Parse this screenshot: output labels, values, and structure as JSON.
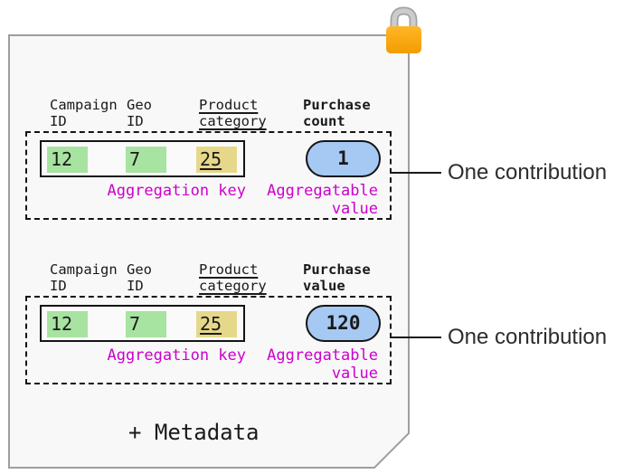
{
  "card": {
    "background_color": "#f8f8f8",
    "border_color": "#9e9e9e",
    "metadata_label": "+ Metadata",
    "lock_icon": {
      "body_color": "#f7a511",
      "shackle_color": "#c9c9c9"
    }
  },
  "palette": {
    "key_cell_green": "#a7e3a1",
    "key_cell_yellow": "#e6d88a",
    "value_pill_blue": "#a6c9f3",
    "annotation_magenta": "#cc00cc",
    "box_border_black": "#141414"
  },
  "sections": [
    {
      "columns": [
        {
          "line1": "Campaign",
          "line2": "ID"
        },
        {
          "line1": "Geo",
          "line2": "ID"
        },
        {
          "line1": "Product",
          "line2": "category"
        },
        {
          "line1": "Purchase",
          "line2": "count"
        }
      ],
      "key_cells": [
        {
          "value": "12"
        },
        {
          "value": "7"
        },
        {
          "value": "25"
        }
      ],
      "key_label": "Aggregation key",
      "aggregatable_value": "1",
      "value_label_line1": "Aggregatable",
      "value_label_line2": "value",
      "annotation": "One contribution"
    },
    {
      "columns": [
        {
          "line1": "Campaign",
          "line2": "ID"
        },
        {
          "line1": "Geo",
          "line2": "ID"
        },
        {
          "line1": "Product",
          "line2": "category"
        },
        {
          "line1": "Purchase",
          "line2": "value"
        }
      ],
      "key_cells": [
        {
          "value": "12"
        },
        {
          "value": "7"
        },
        {
          "value": "25"
        }
      ],
      "key_label": "Aggregation key",
      "aggregatable_value": "120",
      "value_label_line1": "Aggregatable",
      "value_label_line2": "value",
      "annotation": "One contribution"
    }
  ]
}
